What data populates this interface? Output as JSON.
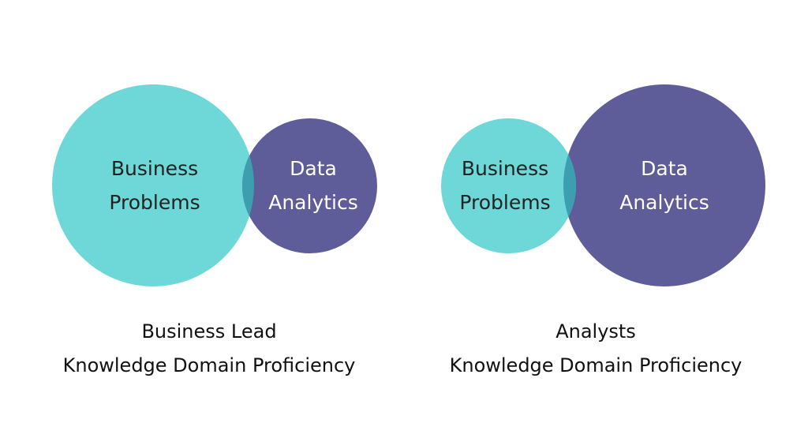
{
  "colors": {
    "teal": "#6dd8d7",
    "purple": "#5e5c99",
    "overlap": "#3d9eb0"
  },
  "left_diagram": {
    "circle_a": {
      "line1": "Business",
      "line2": "Problems"
    },
    "circle_b": {
      "line1": "Data",
      "line2": "Analytics"
    },
    "caption": {
      "line1": "Business Lead",
      "line2": "Knowledge Domain Proficiency"
    }
  },
  "right_diagram": {
    "circle_a": {
      "line1": "Business",
      "line2": "Problems"
    },
    "circle_b": {
      "line1": "Data",
      "line2": "Analytics"
    },
    "caption": {
      "line1": "Analysts",
      "line2": "Knowledge Domain Proficiency"
    }
  }
}
